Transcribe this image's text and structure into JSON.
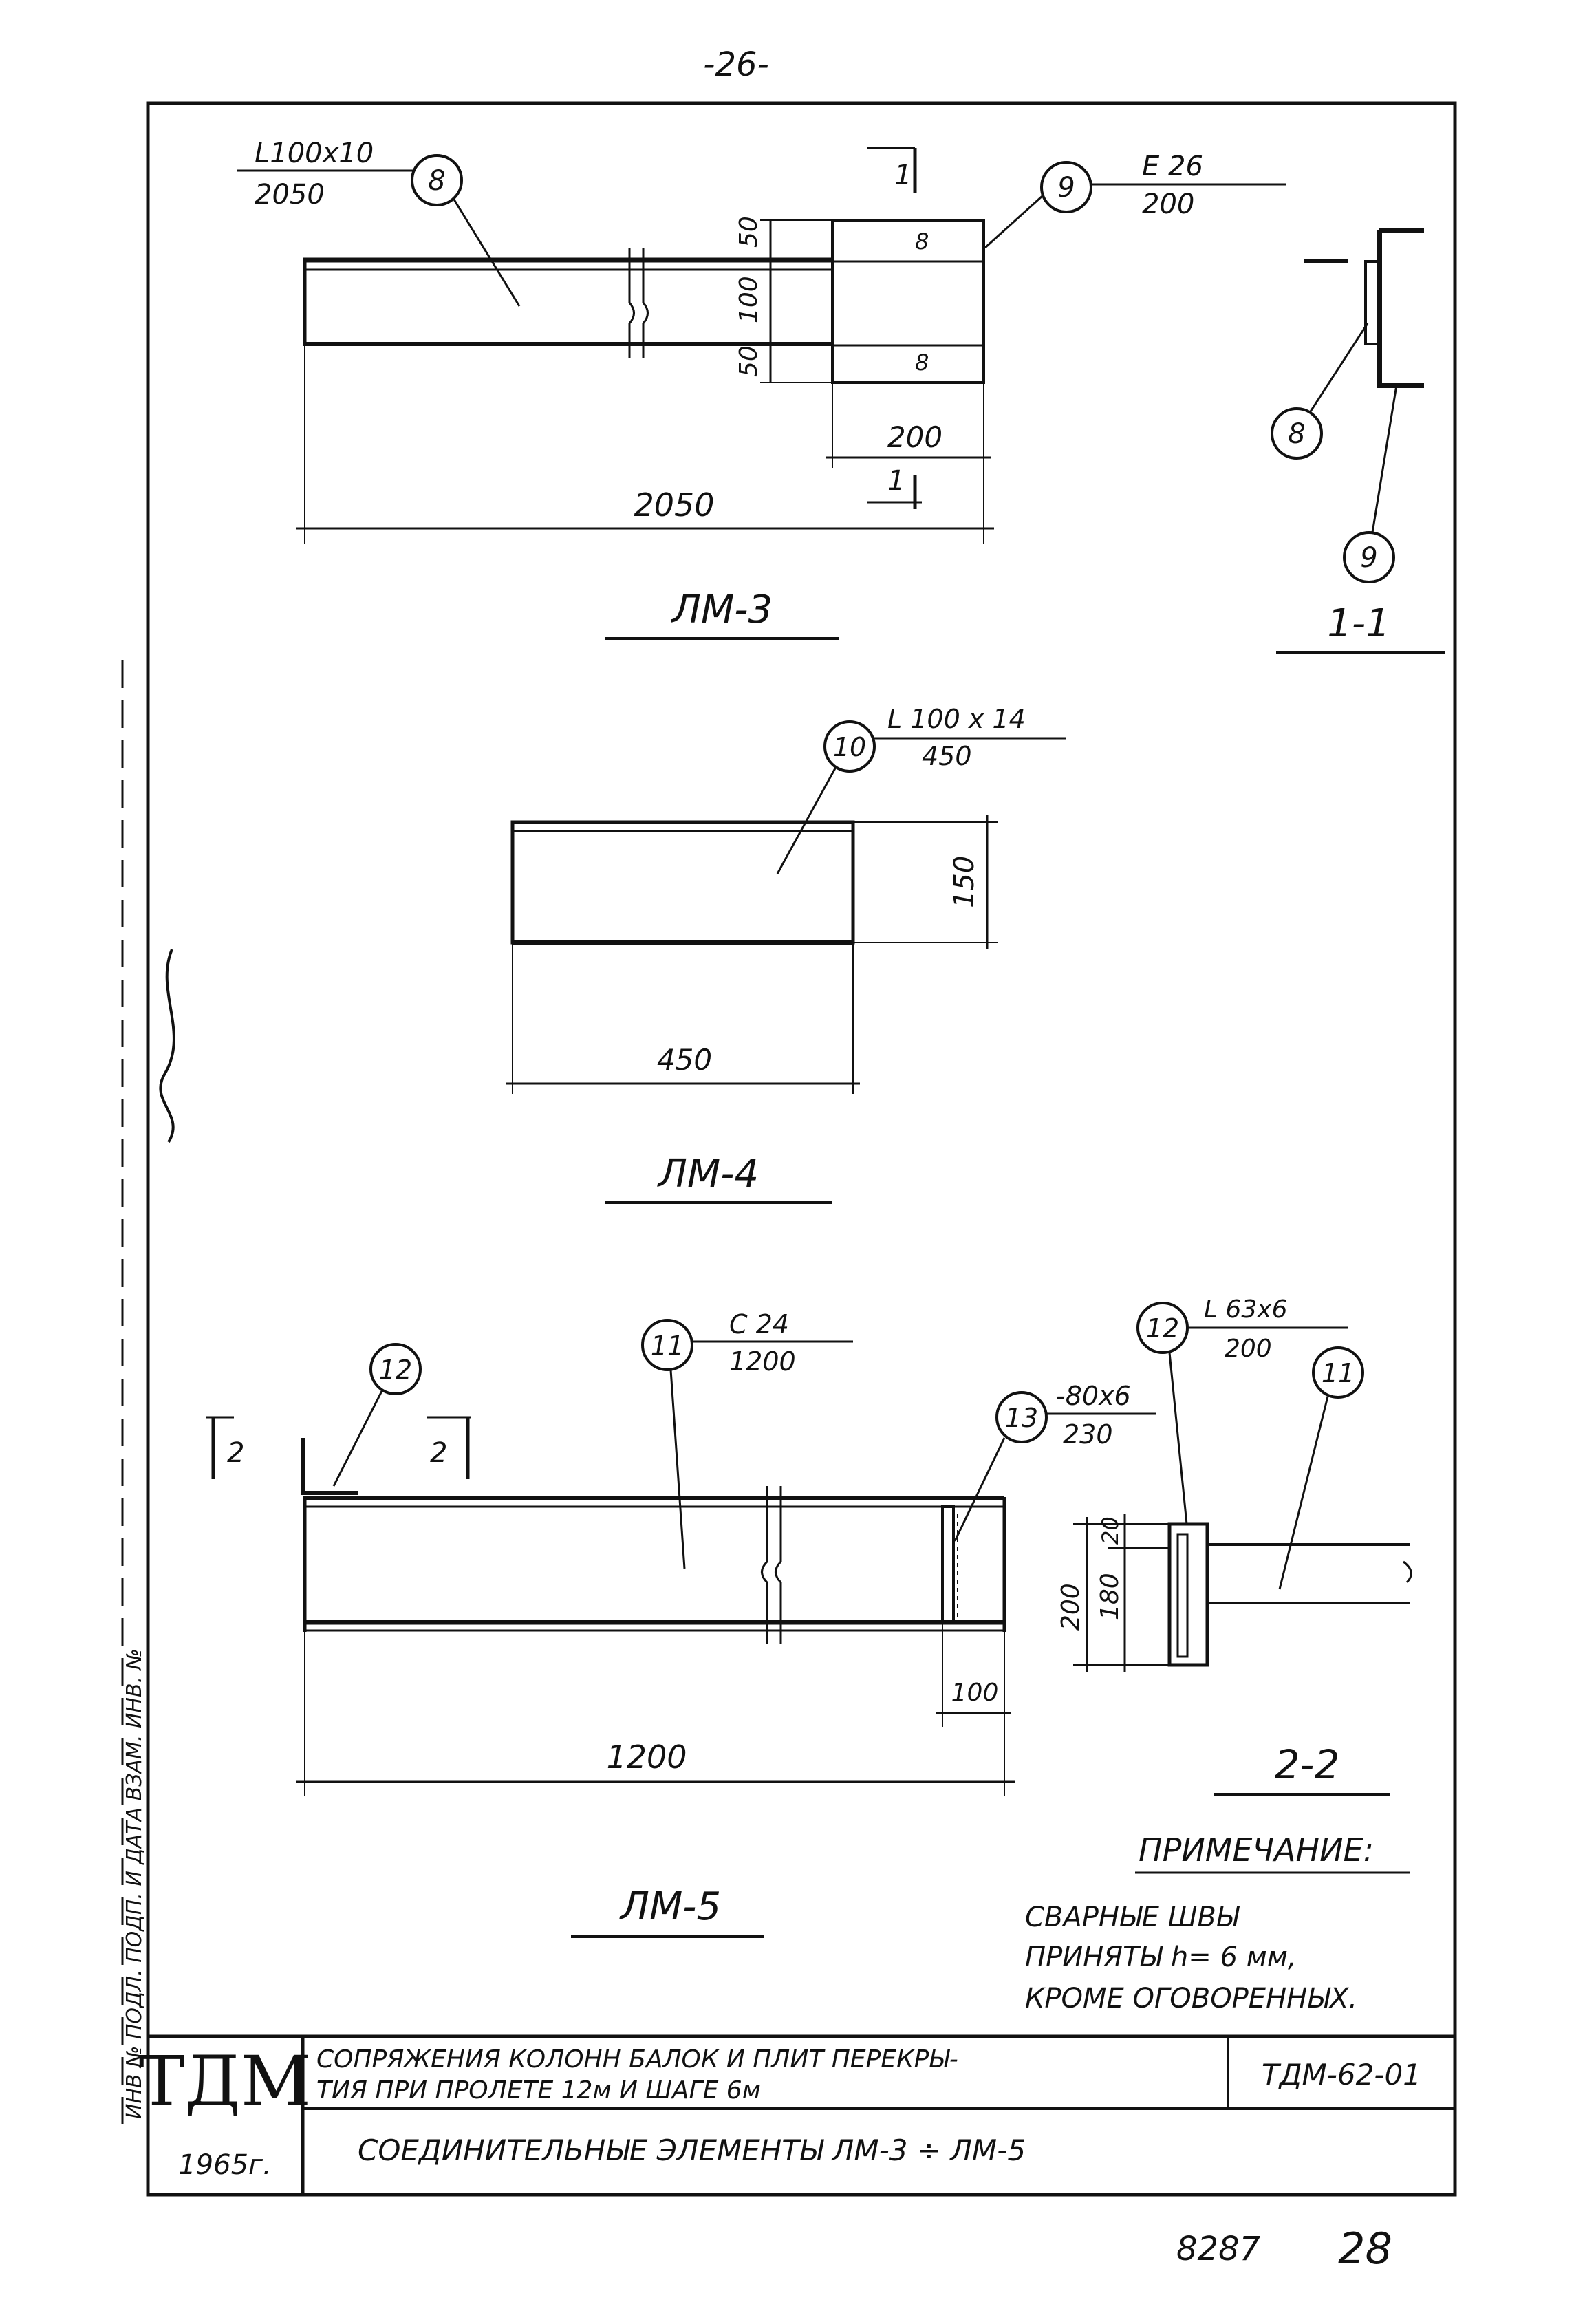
{
  "page_number": "-26-",
  "lm3": {
    "title": "ЛМ-3",
    "angle_spec": "L100x10",
    "angle_len": "2050",
    "mark_8": "8",
    "mark_9": "9",
    "channel_spec": "E 26",
    "channel_len": "200",
    "cut_label": "1",
    "dim_50_top": "50",
    "dim_100": "100",
    "dim_50_bot": "50",
    "dim_200": "200",
    "dim_2050": "2050",
    "weld_8a": "8",
    "weld_8b": "8"
  },
  "section11": {
    "title": "1-1",
    "mark_8": "8",
    "mark_9": "9"
  },
  "lm4": {
    "title": "ЛМ-4",
    "mark_10": "10",
    "angle_spec": "L 100 x 14",
    "angle_len": "450",
    "dim_150": "150",
    "dim_450": "450"
  },
  "lm5": {
    "title": "ЛМ-5",
    "mark_12": "12",
    "mark_11": "11",
    "channel_spec": "C 24",
    "channel_len": "1200",
    "mark_13": "13",
    "plate_spec": "-80x6",
    "plate_len": "230",
    "cut_label": "2",
    "dim_100": "100",
    "dim_1200": "1200"
  },
  "section22": {
    "title": "2-2",
    "mark_12": "12",
    "mark_11": "11",
    "angle_spec": "L 63x6",
    "angle_len": "200",
    "dim_20": "20",
    "dim_180": "180",
    "dim_200": "200"
  },
  "note": {
    "heading": "ПРИМЕЧАНИЕ:",
    "line1": "СВАРНЫЕ ШВЫ",
    "line2": "ПРИНЯТЫ  h= 6 мм,",
    "line3": "КРОМЕ ОГОВОРЕННЫХ."
  },
  "title_block": {
    "logo": "ТДМ",
    "year": "1965г.",
    "desc_line1": "СОПРЯЖЕНИЯ КОЛОНН БАЛОК И ПЛИТ ПЕРЕКРЫ-",
    "desc_line2": "ТИЯ ПРИ ПРОЛЕТЕ 12м И ШАГЕ 6м",
    "code": "ТДМ-62-01",
    "subtitle": "СОЕДИНИТЕЛЬНЫЕ ЭЛЕМЕНТЫ ЛМ-3 ÷ ЛМ-5"
  },
  "footer": {
    "inv_number": "8287",
    "sheet": "28"
  },
  "margin_text": "ИНВ № ПОДЛ.  ПОДП. И ДАТА  ВЗАМ. ИНВ. №"
}
